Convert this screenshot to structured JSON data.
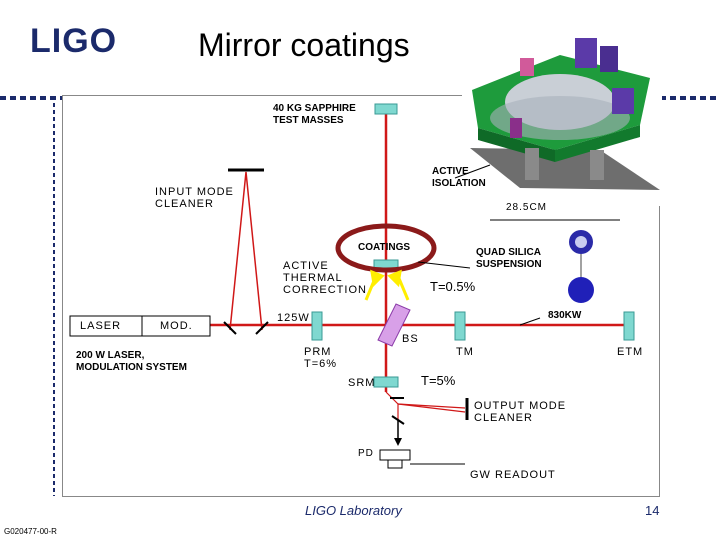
{
  "header": {
    "logo": "LIGO",
    "title": "Mirror coatings"
  },
  "diagram": {
    "test_masses": "40 KG SAPPHIRE\nTEST MASSES",
    "active_isolation": "ACTIVE\nISOLATION",
    "dimension": "28.5CM",
    "input_mode_cleaner": "INPUT MODE\nCLEANER",
    "coatings": "COATINGS",
    "quad_suspension": "QUAD SILICA\nSUSPENSION",
    "thermal_correction": "ACTIVE\nTHERMAL\nCORRECTION",
    "transmission": "T=0.5%",
    "arm_power": "830KW",
    "laser": "LASER",
    "mod": "MOD.",
    "input_power": "125W",
    "bs": "BS",
    "laser_system": "200 W LASER,\nMODULATION SYSTEM",
    "prm": "PRM\nT=6%",
    "tm": "TM",
    "etm": "ETM",
    "srm": "SRM",
    "srm_t": "T=5%",
    "output_mode_cleaner": "OUTPUT MODE\nCLEANER",
    "pd": "PD",
    "gw_readout": "GW READOUT"
  },
  "footer": {
    "lab": "LIGO Laboratory",
    "page": "14",
    "doc_id": "G020477-00-R"
  },
  "colors": {
    "brand": "#1b2a6b",
    "beam": "#d01818",
    "mirror": "#7fd8d0",
    "coating_ring": "#8b1a1a",
    "arrow": "#ffee00"
  }
}
